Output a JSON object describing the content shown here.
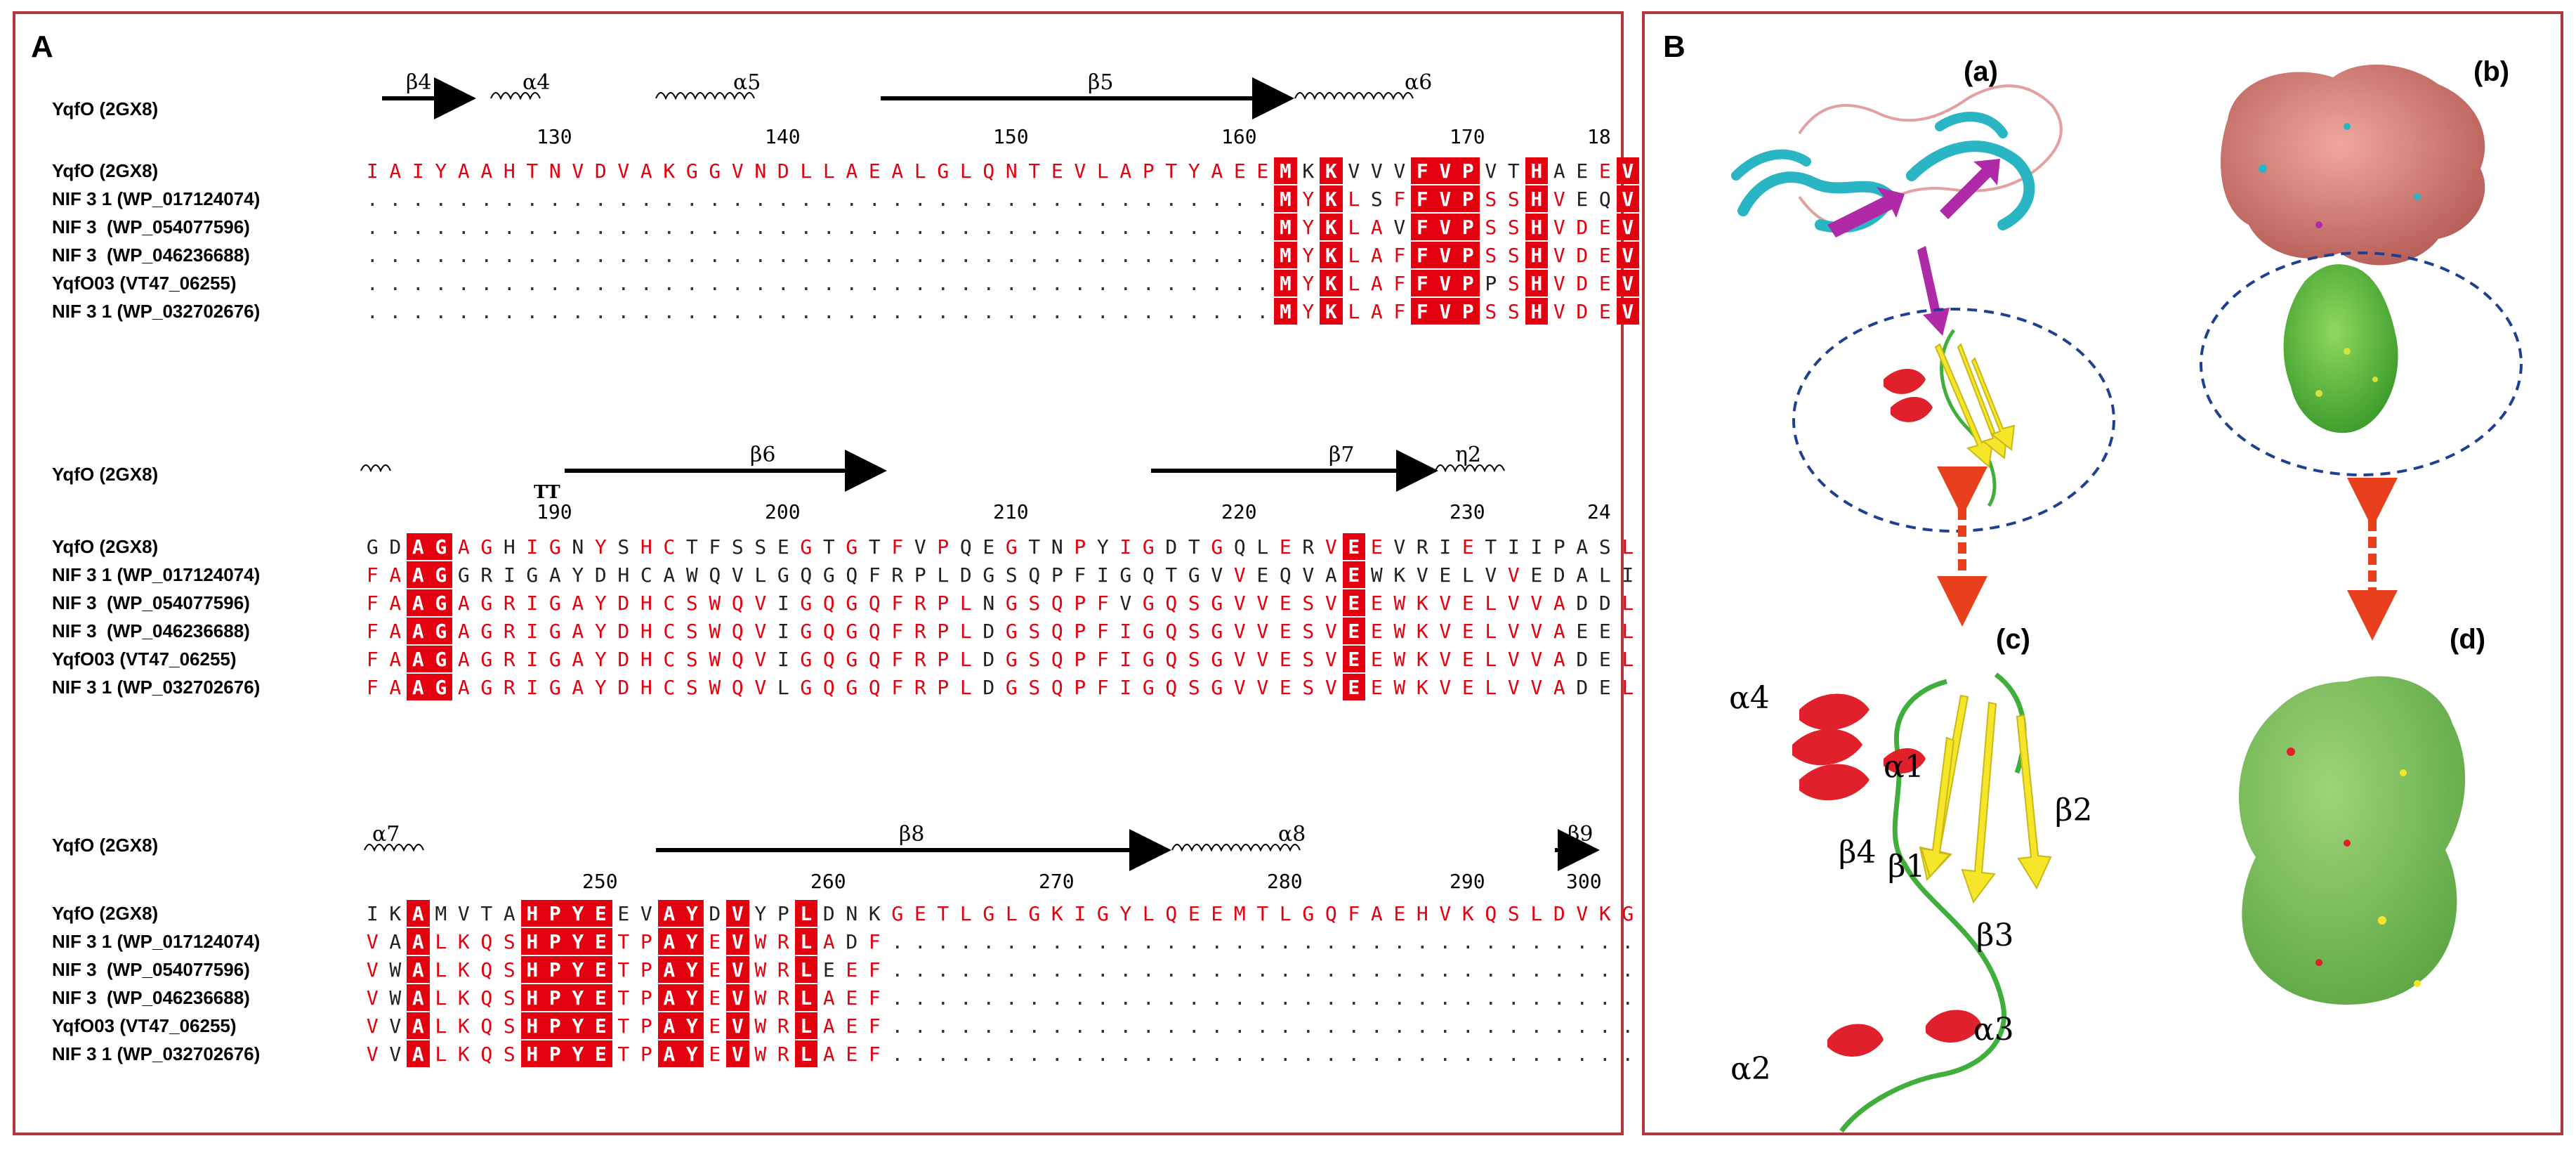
{
  "panel_a": {
    "label": "A",
    "blocks": [
      {
        "header_name": "YqfO (2GX8)",
        "ss": {
          "b4": "β4",
          "a4": "α4",
          "a5": "α5",
          "b5": "β5",
          "a6": "α6"
        },
        "numbers": [
          "130",
          "140",
          "150",
          "160",
          "170",
          "18"
        ],
        "names": [
          "YqfO (2GX8)",
          "NIF 3 1 (WP_017124074)",
          "NIF 3  (WP_054077596)",
          "NIF 3  (WP_046236688)",
          "YqfO03 (VT47_06255)",
          "NIF 3 1 (WP_032702676)"
        ],
        "seqs": [
          "IAIYAAHTNVDVAKGGVNDLLAEALGLQNTEVLAPTYAEEMKKVVVFVPVTHAEEVRKA",
          "........................................MYKLSFFVPSSHVEQVKSA",
          "........................................MYKLAVFVPSSHVDEVKSA",
          "........................................MYKLAFFVPSSHVDEVKNA",
          "........................................MYKLAFFVPPSHVDEVKNA",
          "........................................MYKLAFFVPSSHVDEVKNA"
        ]
      },
      {
        "header_name": "YqfO (2GX8)",
        "ss": {
          "tt": "TT",
          "b6": "β6",
          "b7": "β7",
          "e2": "η2"
        },
        "numbers": [
          "190",
          "200",
          "210",
          "220",
          "230",
          "24"
        ],
        "names": [
          "YqfO (2GX8)",
          "NIF 3 1 (WP_017124074)",
          "NIF 3  (WP_054077596)",
          "NIF 3  (WP_046236688)",
          "YqfO03 (VT47_06255)",
          "NIF 3 1 (WP_032702676)"
        ],
        "seqs": [
          "GDAGAGHIGNYSHCTFSSEGTGTFVPQEGTNPYIGDTGQLERVEEVRIETIIPASLQRKV",
          "FAAGGRIGAYDHCAWQVLGQGQFRPLDGSQPFIGQTGVVEQVAEWKVELVVEDALIATV",
          "FAAGAGRIGAYDHCSWQVIGQGQFRPLNGSQPFVGQSGVVESVEEWKVELVVADDLIQQA",
          "FAAGAGRIGAYDHCSWQVIGQGQFRPLDGSQPFIGQSGVVESVEEWKVELVVAEELIQHV",
          "FAAGAGRIGAYDHCSWQVIGQGQFRPLDGSQPFIGQSGVVESVEEWKVELVVADELIQHV",
          "FAAGAGRIGAYDHCSWQVLGQGQFRPLDGSQPFIGQSGVVESVEEWKVELVVADELIQHV"
        ]
      },
      {
        "header_name": "YqfO (2GX8)",
        "ss": {
          "a7": "α7",
          "b8": "β8",
          "a8": "α8",
          "b9": "β9"
        },
        "numbers": [
          "250",
          "260",
          "270",
          "280",
          "290",
          "300"
        ],
        "names": [
          "YqfO (2GX8)",
          "NIF 3 1 (WP_017124074)",
          "NIF 3  (WP_054077596)",
          "NIF 3  (WP_046236688)",
          "YqfO03 (VT47_06255)",
          "NIF 3 1 (WP_032702676)"
        ],
        "seqs": [
          "IKAMVTAHPYEEVAYDVYPLDNKGETLGLGKIGYLQEEMTLGQFAEHVKQSLDVKGARVV",
          "VAALKQSHPYETPAYEVWRLADF.....................................",
          "VWALKQSHPYETPAYEVWRLEEF.....................................",
          "VWALKQSHPYETPAYEVWRLAEF.....................................",
          "VVALKQSHPYETPAYEVWRLAEF.....................................",
          "VVALKQSHPYETPAYEVWRLAEF....................................."
        ]
      }
    ]
  },
  "panel_b": {
    "label": "B",
    "subpanels": {
      "a": "(a)",
      "b": "(b)",
      "c": "(c)",
      "d": "(d)"
    },
    "annotations": {
      "a4": "α4",
      "a1": "α1",
      "b2": "β2",
      "b4": "β4",
      "b1": "β1",
      "b3": "β3",
      "a2": "α2",
      "a3": "α3"
    },
    "colors": {
      "helix": "#e0202a",
      "strand": "#f5e62a",
      "coil": "#3fae3a",
      "cyan": "#2ab5c4",
      "magenta": "#b02aa8",
      "surface_pink": "#d9827a",
      "surface_green": "#5cbf3f",
      "ellipse": "#1f3f8f",
      "arrow": "#e8401c"
    }
  }
}
